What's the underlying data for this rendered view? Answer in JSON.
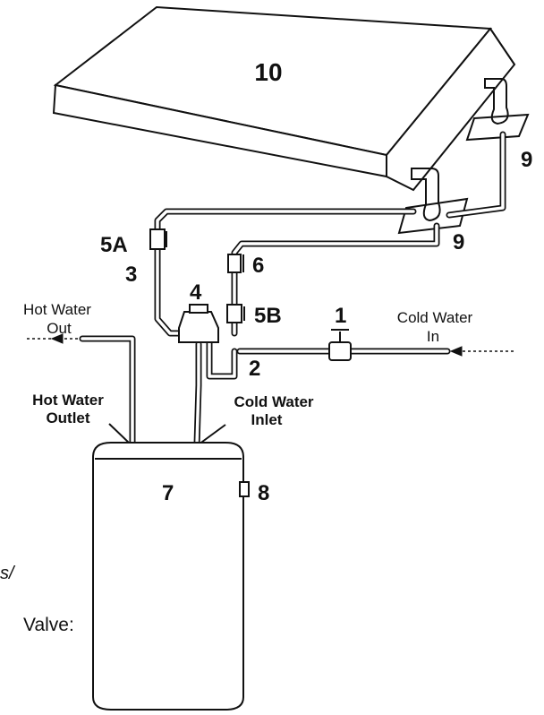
{
  "labels": {
    "collector": "10",
    "mount_upper": "9",
    "mount_lower": "9",
    "valve_5a": "5A",
    "pipe_3": "3",
    "mixing_valve": "4",
    "valve_6": "6",
    "valve_5b": "5B",
    "shutoff_valve": "1",
    "tee_2": "2",
    "tank": "7",
    "drain_valve": "8"
  },
  "text": {
    "hot_water_out_1": "Hot Water",
    "hot_water_out_2": "Out",
    "cold_water_in_1": "Cold Water",
    "cold_water_in_2": "In",
    "hot_water_outlet_1": "Hot Water",
    "hot_water_outlet_2": "Outlet",
    "cold_water_inlet_1": "Cold Water",
    "cold_water_inlet_2": "Inlet",
    "cut_text_1": "s/",
    "cut_text_2": "Valve:"
  },
  "colors": {
    "ink": "#111111",
    "paper": "#ffffff"
  }
}
